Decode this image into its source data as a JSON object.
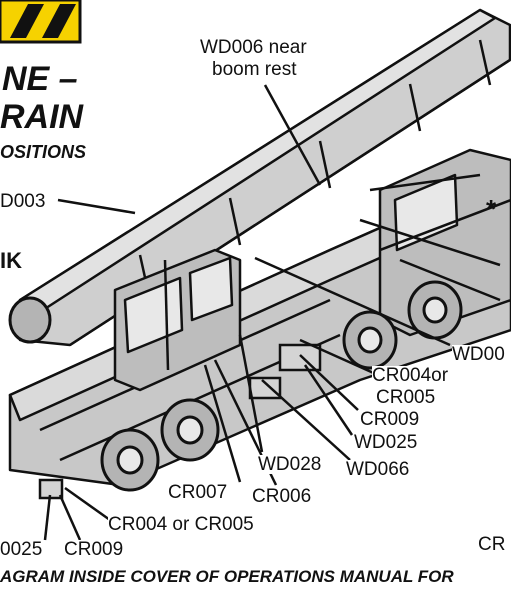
{
  "title": {
    "line1": "NE –",
    "line2": "RAIN",
    "line3": "OSITIONS",
    "fragment": "IK"
  },
  "labels": {
    "wd006": "WD006 near",
    "boom_rest": "boom rest",
    "d003": "D003",
    "wd00_partial": "WD00",
    "cr004or": "CR004or",
    "cr005": "CR005",
    "cr009_right": "CR009",
    "wd025_right": "WD025",
    "wd028": "WD028",
    "wd066": "WD066",
    "cr007": "CR007",
    "cr006": "CR006",
    "cr004_or_cr005": "CR004 or CR005",
    "d025_left": "0025",
    "cr009_left": "CR009",
    "cr_partial": "CR"
  },
  "footer": "AGRAM INSIDE COVER OF OPERATIONS MANUAL FOR",
  "colors": {
    "body_fill": "#c8c8c8",
    "line": "#111111",
    "hazard_yellow": "#f6d200",
    "tire": "#b4b4b4"
  }
}
